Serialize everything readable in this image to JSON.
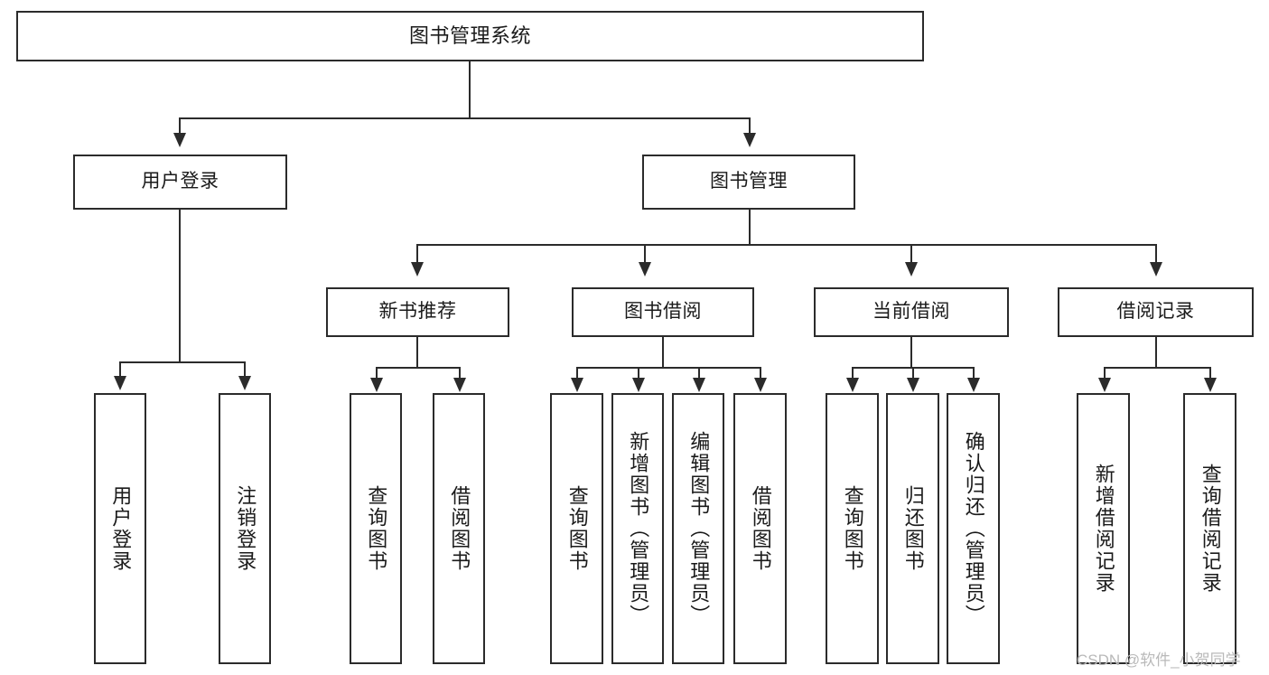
{
  "diagram": {
    "title": "图书管理系统",
    "type": "功能结构图",
    "root": {
      "label": "图书管理系统"
    },
    "level1": [
      {
        "label": "用户登录"
      },
      {
        "label": "图书管理"
      }
    ],
    "level2": [
      {
        "label": "新书推荐"
      },
      {
        "label": "图书借阅"
      },
      {
        "label": "当前借阅"
      },
      {
        "label": "借阅记录"
      }
    ],
    "leaves": {
      "user_login": [
        {
          "label": "用户登录"
        },
        {
          "label": "注销登录"
        }
      ],
      "new_book_recommend": [
        {
          "label": "查询图书"
        },
        {
          "label": "借阅图书"
        }
      ],
      "book_borrow": [
        {
          "label": "查询图书"
        },
        {
          "label": "新增图书（管理员）"
        },
        {
          "label": "编辑图书（管理员）"
        },
        {
          "label": "借阅图书"
        }
      ],
      "current_borrow": [
        {
          "label": "查询图书"
        },
        {
          "label": "归还图书"
        },
        {
          "label": "确认归还（管理员）"
        }
      ],
      "borrow_record": [
        {
          "label": "新增借阅记录"
        },
        {
          "label": "查询借阅记录"
        }
      ]
    },
    "watermark": "CSDN @软件_小贺同学",
    "colors": {
      "stroke": "#2b2b2b",
      "fill": "#ffffff",
      "text": "#1a1a1a",
      "watermark": "#b9b9b9"
    }
  }
}
